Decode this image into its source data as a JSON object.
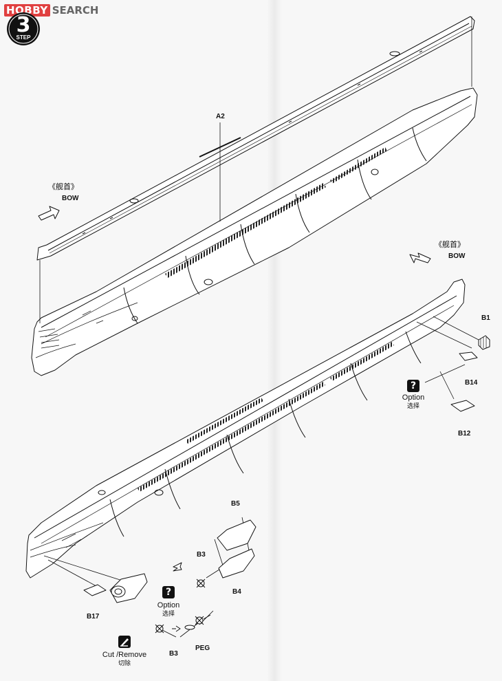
{
  "watermark": {
    "logo_text": "HOBBY",
    "search_text": "SEARCH"
  },
  "step": {
    "number": "3",
    "label": "STEP"
  },
  "parts": {
    "a2": "A2",
    "b1": "B1",
    "b14": "B14",
    "b12": "B12",
    "b5": "B5",
    "b3_top": "B3",
    "b4": "B4",
    "b17": "B17",
    "b3_bottom": "B3",
    "peg": "PEG"
  },
  "bow_labels": {
    "top_cn": "《舰首》",
    "top_en": "BOW",
    "right_cn": "《舰首》",
    "right_en": "BOW"
  },
  "option_right": {
    "icon": "?",
    "en": "Option",
    "cn": "选择"
  },
  "option_bottom": {
    "icon": "?",
    "en": "Option",
    "cn": "选择"
  },
  "cut_remove": {
    "en": "Cut /Remove",
    "cn": "切除"
  },
  "icons": {
    "step": "step-badge-icon",
    "option": "question-mark-icon",
    "cut": "knife-cut-icon",
    "arrow": "direction-arrow-icon"
  }
}
